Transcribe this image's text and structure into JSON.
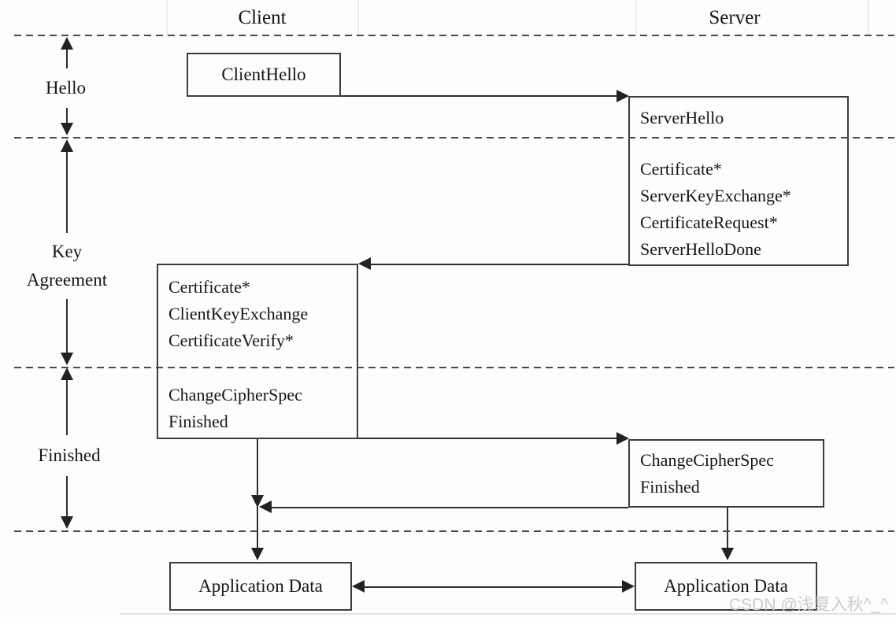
{
  "header": {
    "client": "Client",
    "server": "Server"
  },
  "phases": {
    "hello": "Hello",
    "key_agreement": "Key Agreement",
    "finished": "Finished"
  },
  "messages": {
    "client_hello": "ClientHello",
    "server_hello": "ServerHello",
    "server_certificate": "Certificate*",
    "server_key_exchange": "ServerKeyExchange*",
    "certificate_request": "CertificateRequest*",
    "server_hello_done": "ServerHelloDone",
    "client_certificate": "Certificate*",
    "client_key_exchange": "ClientKeyExchange",
    "certificate_verify": "CertificateVerify*",
    "client_change_cipher_spec": "ChangeCipherSpec",
    "client_finished": "Finished",
    "server_change_cipher_spec": "ChangeCipherSpec",
    "server_finished": "Finished",
    "client_application_data": "Application Data",
    "server_application_data": "Application Data"
  },
  "watermark": "CSDN @浅夏入秋^_^",
  "colors": {
    "line": "#2f2f2f",
    "text": "#161616",
    "watermark": "#cbcbcb"
  }
}
